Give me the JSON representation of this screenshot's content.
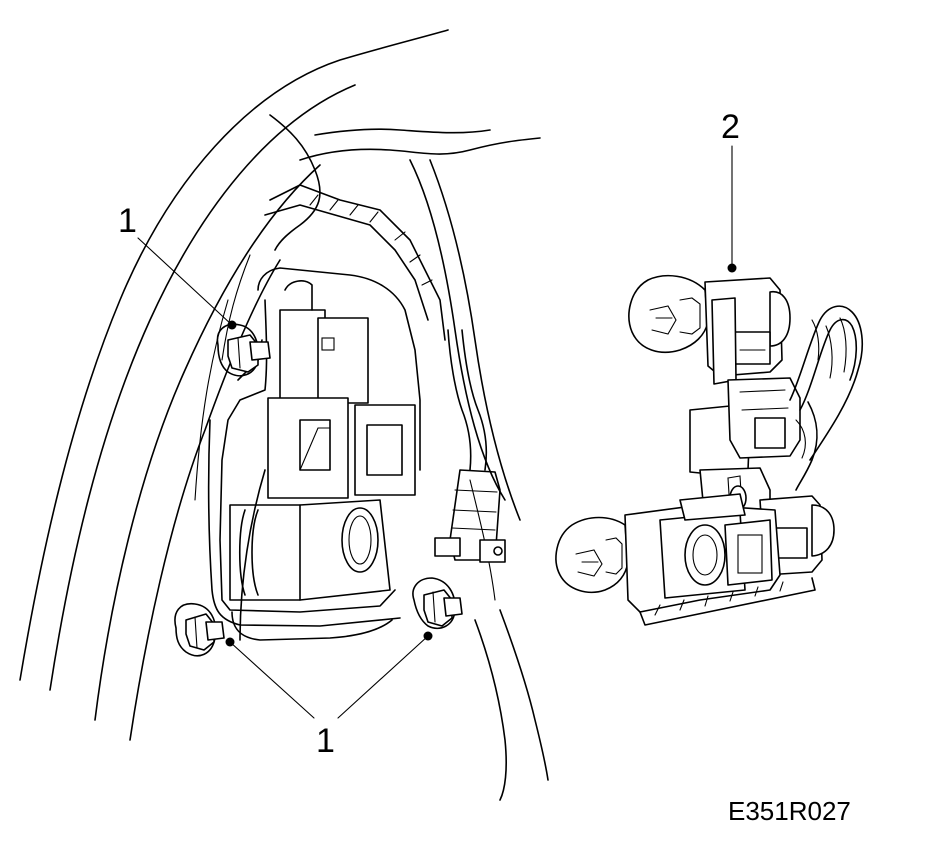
{
  "callouts": {
    "top_left": "1",
    "right": "2",
    "bottom": "1"
  },
  "figure_code": "E351R027"
}
